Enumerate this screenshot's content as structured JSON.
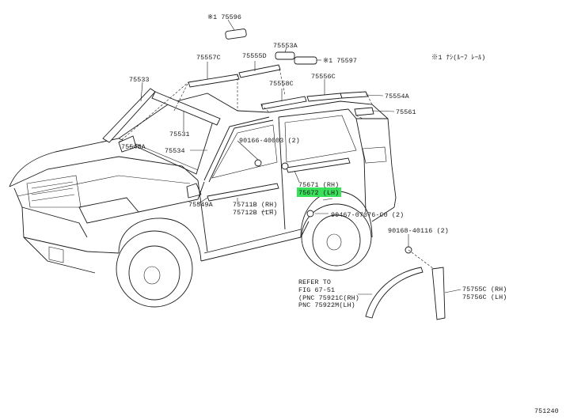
{
  "labels": {
    "p75596": "※1 75596",
    "p75553a": "75553A",
    "p75557c": "75557C",
    "p75555d": "75555D",
    "p75597": "※1 75597",
    "note": "※1 ﾅｼ(ﾙｰﾌ ﾚｰﾙ)",
    "p75533": "75533",
    "p75558c": "75558C",
    "p75556c": "75556C",
    "p75554a": "75554A",
    "p75561": "75561",
    "p75531": "75531",
    "p75548a": "75548A",
    "p90166": "90166-40003 (2)",
    "p75534": "75534",
    "p75671": "75671 (RH)",
    "p75672": "75672 (LH)",
    "p75549a": "75549A",
    "p75711b": "75711B (RH)",
    "p75712b": "75712B (LH)",
    "p90467": "90467-07076-C0 (2)",
    "p90168": "90168-40116 (2)",
    "refer1": "REFER TO",
    "refer2": "FIG 67-51",
    "refer3": "(PNC 75921C(RH)",
    "refer4": " PNC 75922M(LH)",
    "p75755c": "75755C (RH)",
    "p75756c": "75756C (LH)",
    "figno": "751240"
  },
  "highlight_color": "#39e05a"
}
